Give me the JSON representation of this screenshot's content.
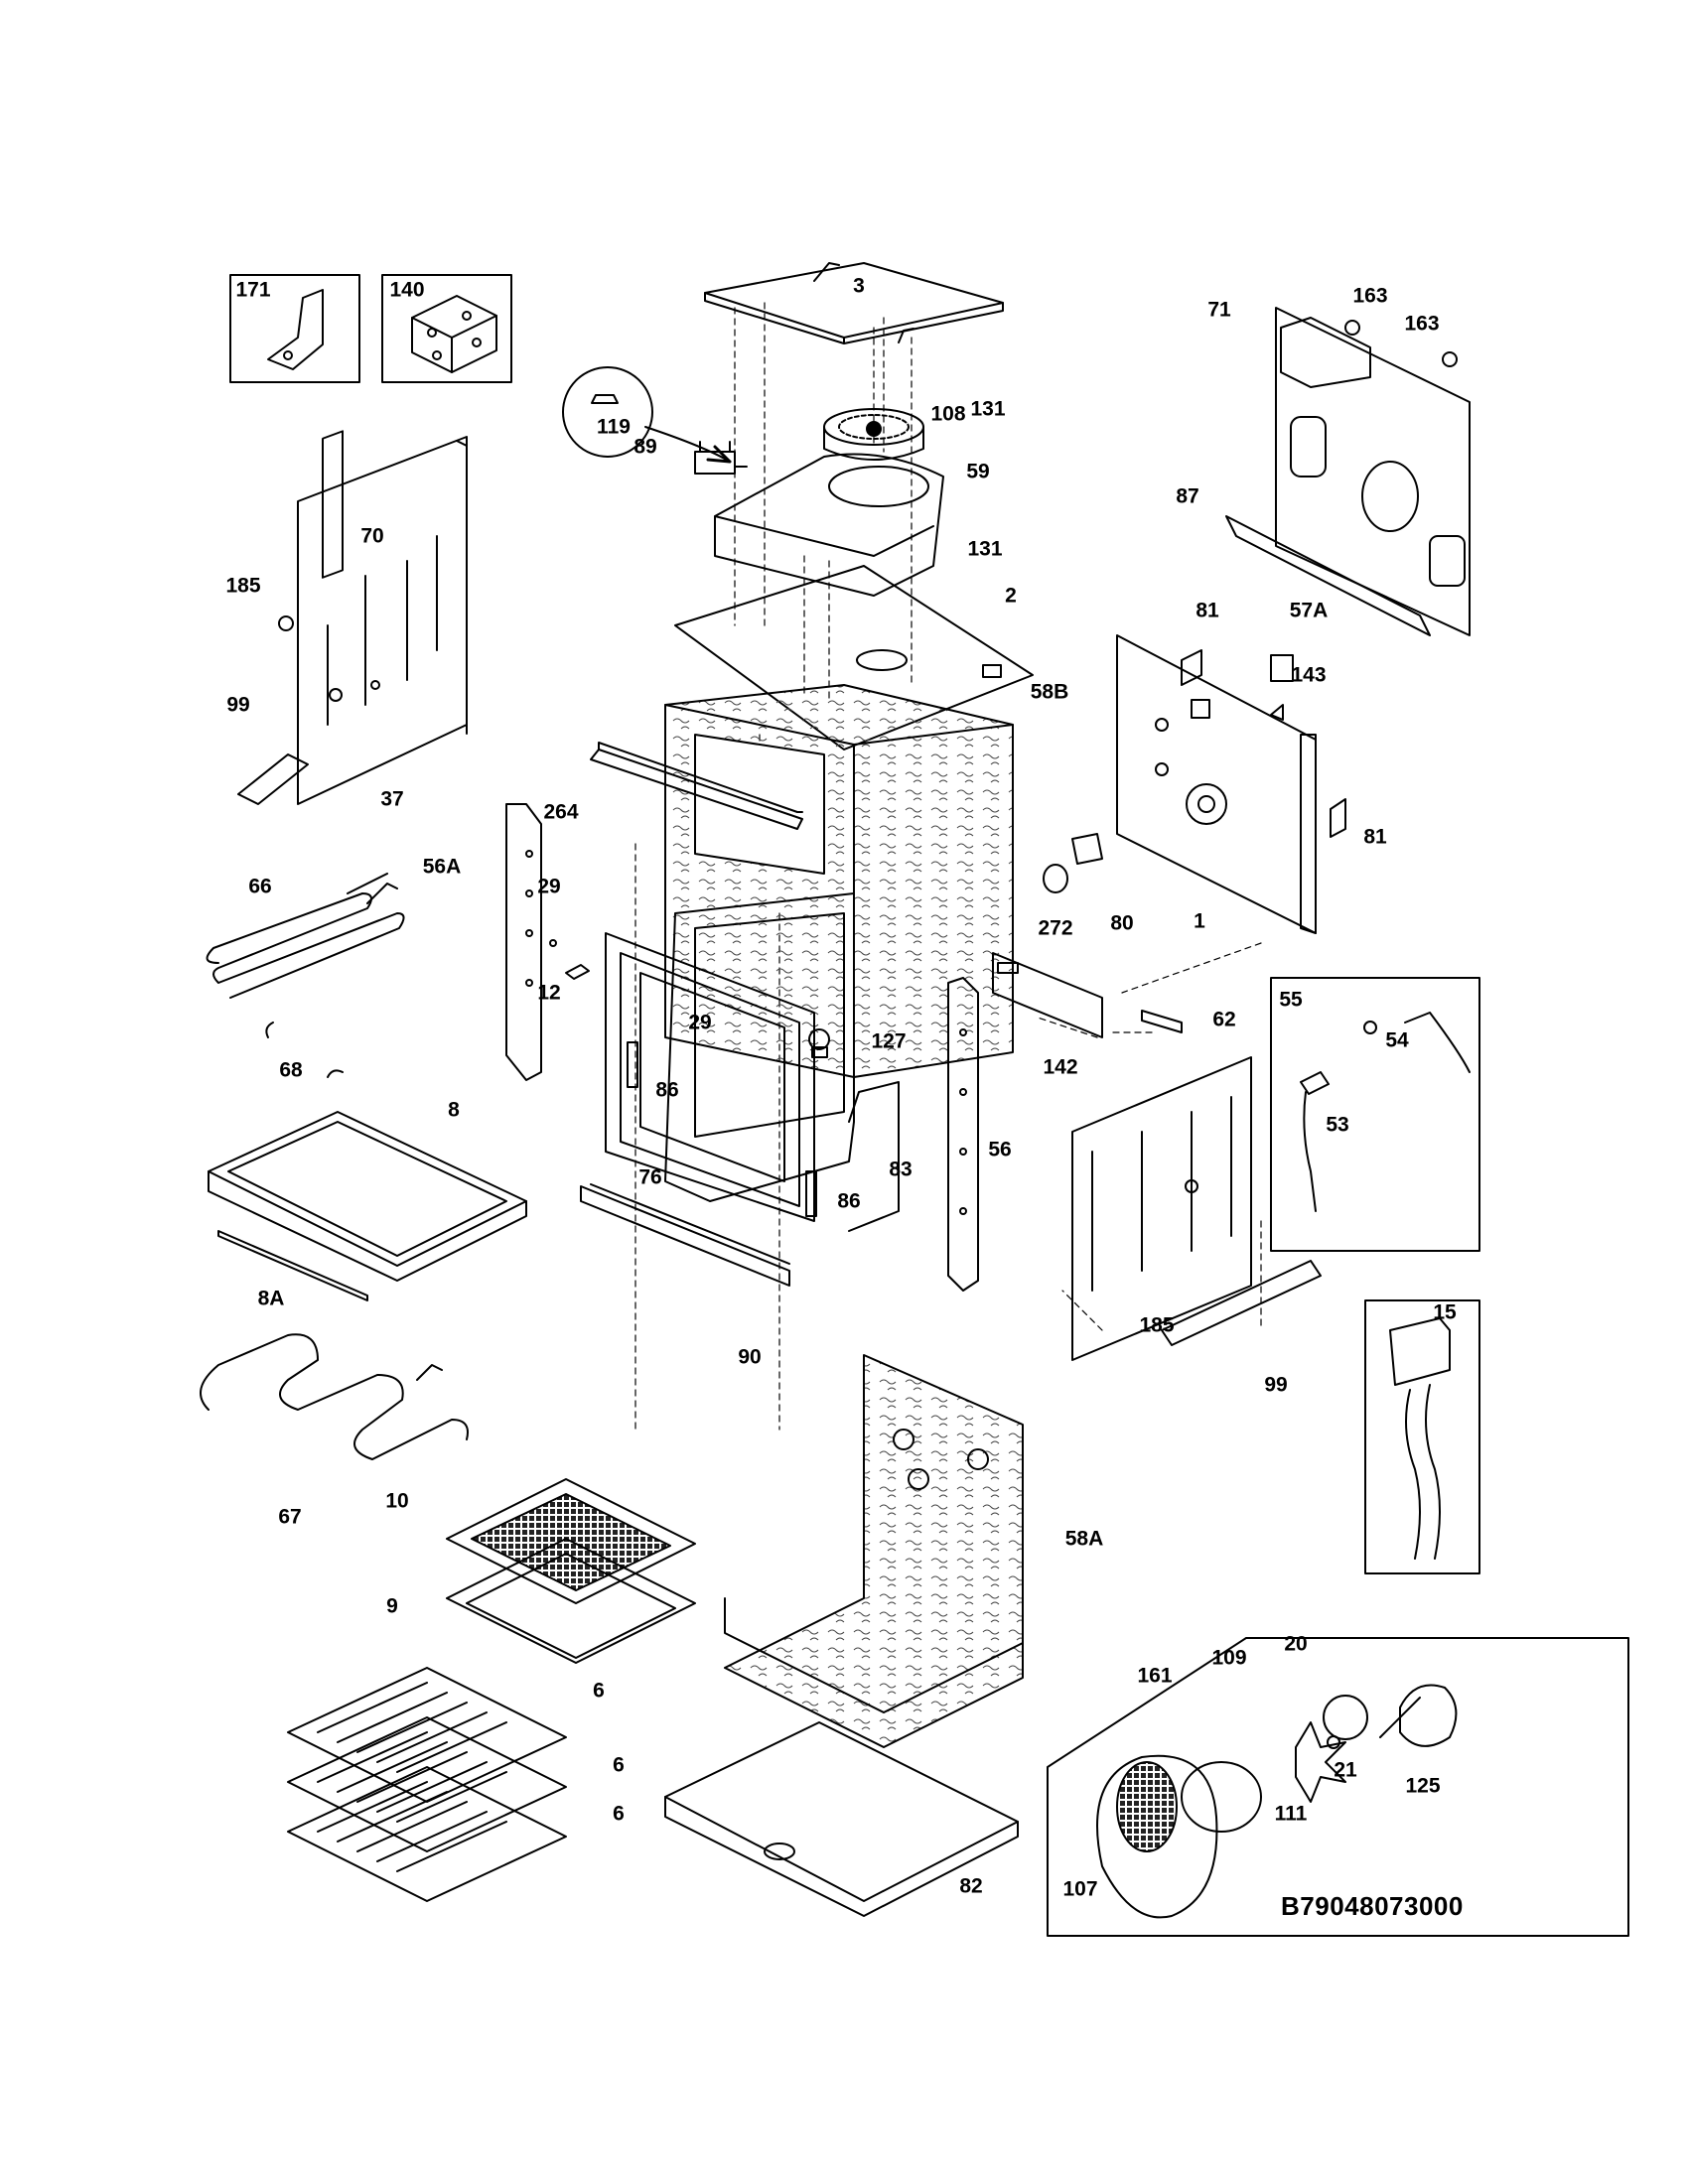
{
  "diagram_code": "B79048073000",
  "callouts": [
    {
      "id": "171",
      "label": "171"
    },
    {
      "id": "140",
      "label": "140"
    },
    {
      "id": "3",
      "label": "3"
    },
    {
      "id": "108",
      "label": "108"
    },
    {
      "id": "89",
      "label": "89"
    },
    {
      "id": "59",
      "label": "59"
    },
    {
      "id": "131",
      "label": "131"
    },
    {
      "id": "119",
      "label": "119"
    },
    {
      "id": "2",
      "label": "2"
    },
    {
      "id": "58B",
      "label": "58B"
    },
    {
      "id": "163a",
      "label": "163"
    },
    {
      "id": "163b",
      "label": "163"
    },
    {
      "id": "71",
      "label": "71"
    },
    {
      "id": "87",
      "label": "87"
    },
    {
      "id": "81a",
      "label": "81"
    },
    {
      "id": "57A",
      "label": "57A"
    },
    {
      "id": "143",
      "label": "143"
    },
    {
      "id": "81b",
      "label": "81"
    },
    {
      "id": "272",
      "label": "272"
    },
    {
      "id": "80",
      "label": "80"
    },
    {
      "id": "1",
      "label": "1"
    },
    {
      "id": "70",
      "label": "70"
    },
    {
      "id": "185a",
      "label": "185"
    },
    {
      "id": "99a",
      "label": "99"
    },
    {
      "id": "37",
      "label": "37"
    },
    {
      "id": "56A",
      "label": "56A"
    },
    {
      "id": "264",
      "label": "264"
    },
    {
      "id": "66",
      "label": "66"
    },
    {
      "id": "29a",
      "label": "29"
    },
    {
      "id": "12",
      "label": "12"
    },
    {
      "id": "68",
      "label": "68"
    },
    {
      "id": "29b",
      "label": "29"
    },
    {
      "id": "127",
      "label": "127"
    },
    {
      "id": "86a",
      "label": "86"
    },
    {
      "id": "142",
      "label": "142"
    },
    {
      "id": "62",
      "label": "62"
    },
    {
      "id": "55",
      "label": "55"
    },
    {
      "id": "54",
      "label": "54"
    },
    {
      "id": "53",
      "label": "53"
    },
    {
      "id": "8",
      "label": "8"
    },
    {
      "id": "83",
      "label": "83"
    },
    {
      "id": "56",
      "label": "56"
    },
    {
      "id": "76",
      "label": "76"
    },
    {
      "id": "86b",
      "label": "86"
    },
    {
      "id": "8A",
      "label": "8A"
    },
    {
      "id": "90",
      "label": "90"
    },
    {
      "id": "185b",
      "label": "185"
    },
    {
      "id": "99b",
      "label": "99"
    },
    {
      "id": "15",
      "label": "15"
    },
    {
      "id": "67",
      "label": "67"
    },
    {
      "id": "10",
      "label": "10"
    },
    {
      "id": "58A",
      "label": "58A"
    },
    {
      "id": "9",
      "label": "9"
    },
    {
      "id": "6a",
      "label": "6"
    },
    {
      "id": "6b",
      "label": "6"
    },
    {
      "id": "6c",
      "label": "6"
    },
    {
      "id": "82",
      "label": "82"
    },
    {
      "id": "109",
      "label": "109"
    },
    {
      "id": "20",
      "label": "20"
    },
    {
      "id": "161",
      "label": "161"
    },
    {
      "id": "21",
      "label": "21"
    },
    {
      "id": "125",
      "label": "125"
    },
    {
      "id": "111",
      "label": "111"
    },
    {
      "id": "107",
      "label": "107"
    }
  ]
}
